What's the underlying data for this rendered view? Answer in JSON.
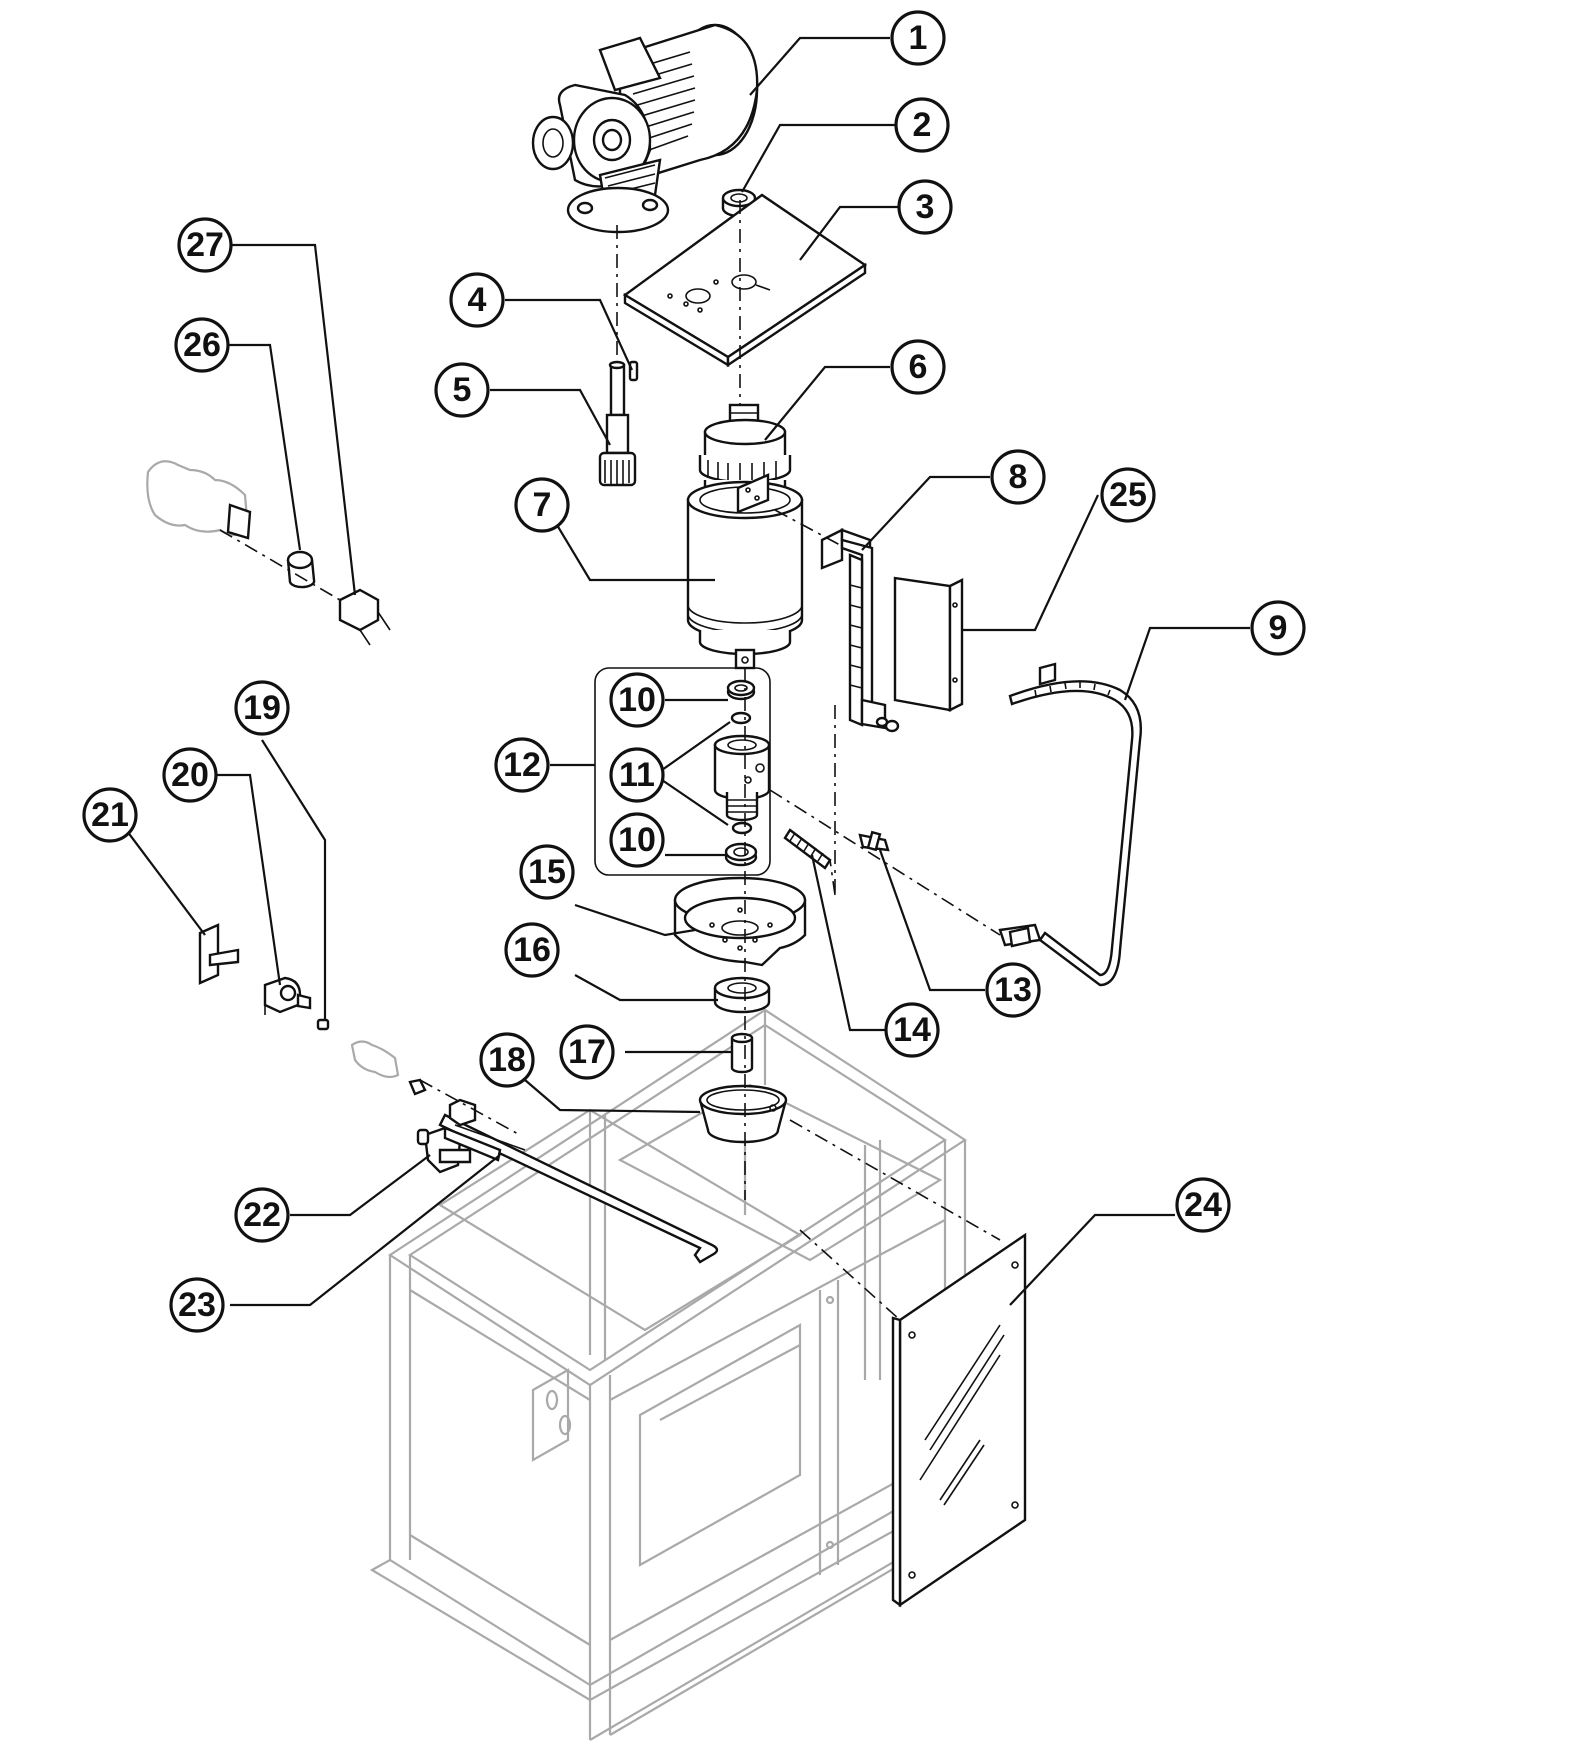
{
  "callouts": [
    {
      "label": "1"
    },
    {
      "label": "2"
    },
    {
      "label": "3"
    },
    {
      "label": "4"
    },
    {
      "label": "5"
    },
    {
      "label": "6"
    },
    {
      "label": "7"
    },
    {
      "label": "8"
    },
    {
      "label": "25"
    },
    {
      "label": "9"
    },
    {
      "label": "10"
    },
    {
      "label": "11"
    },
    {
      "label": "12"
    },
    {
      "label": "10"
    },
    {
      "label": "15"
    },
    {
      "label": "13"
    },
    {
      "label": "14"
    },
    {
      "label": "16"
    },
    {
      "label": "17"
    },
    {
      "label": "18"
    },
    {
      "label": "27"
    },
    {
      "label": "26"
    },
    {
      "label": "19"
    },
    {
      "label": "20"
    },
    {
      "label": "21"
    },
    {
      "label": "22"
    },
    {
      "label": "23"
    },
    {
      "label": "24"
    }
  ]
}
